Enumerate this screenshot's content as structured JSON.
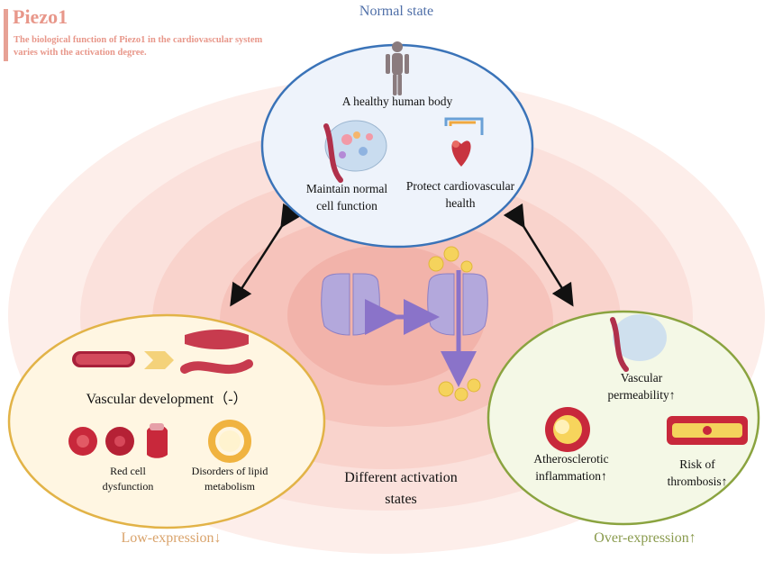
{
  "header": {
    "title": "Piezo1",
    "subtitle": "The biological function of Piezo1 in the cardiovascular system varies with the activation degree."
  },
  "states": {
    "normal": "Normal state",
    "low": "Low-expression↓",
    "over": "Over-expression↑"
  },
  "center_label": [
    "Different activation",
    "states"
  ],
  "normal_panel": {
    "body_label": "A healthy human body",
    "item1": [
      "Maintain normal",
      "cell function"
    ],
    "item2": [
      "Protect cardiovascular",
      "health"
    ]
  },
  "low_panel": {
    "vascular": "Vascular development（-）",
    "red_cell": [
      "Red cell",
      "dysfunction"
    ],
    "lipid": [
      "Disorders of lipid",
      "metabolism"
    ]
  },
  "over_panel": {
    "permeability": [
      "Vascular",
      "permeability↑"
    ],
    "athero": [
      "Atherosclerotic",
      "inflammation↑"
    ],
    "thrombosis": [
      "Risk of",
      "thrombosis↑"
    ]
  },
  "colors": {
    "normal_border": "#3a73b8",
    "normal_fill": "#eef3fb",
    "low_border": "#e2b347",
    "low_fill": "#fff6e2",
    "over_border": "#8aa33f",
    "over_fill": "#f4f8e6",
    "channel": "#a99ad6",
    "ion": "#f5d35c",
    "arrow": "#8a73c9"
  }
}
